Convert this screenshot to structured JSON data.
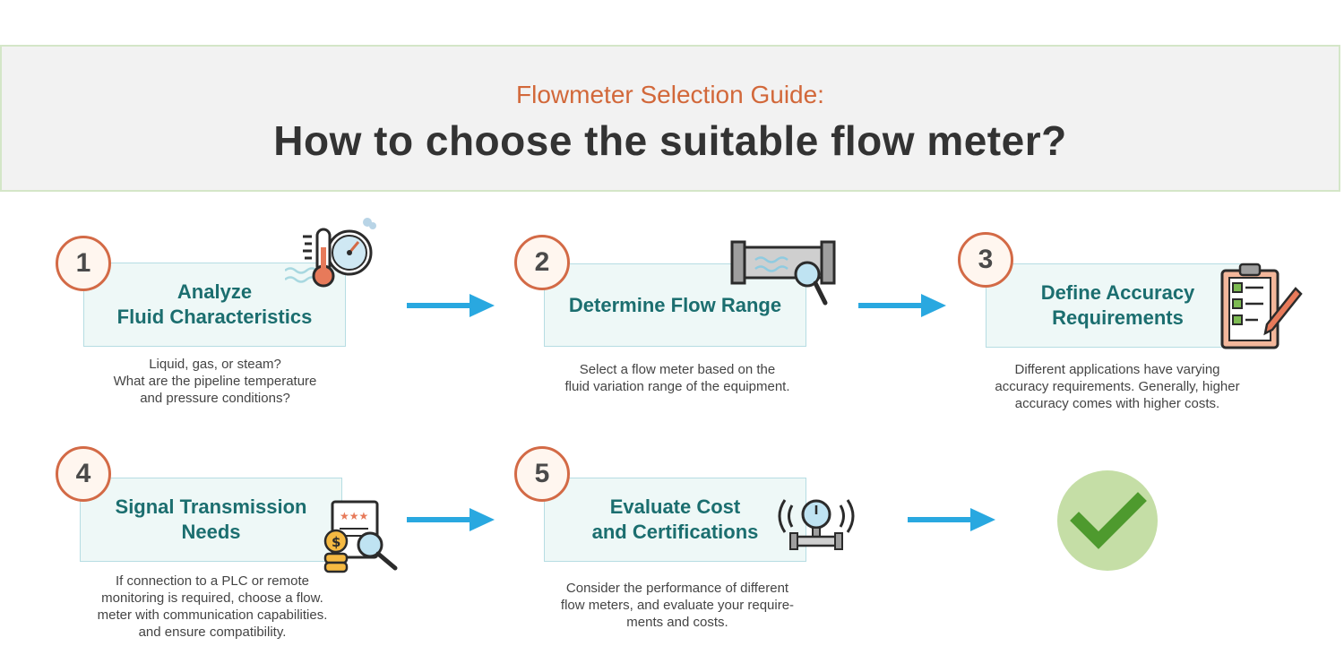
{
  "header": {
    "subtitle": "Flowmeter Selection Guide:",
    "title": "How to choose the suitable flow meter?"
  },
  "steps": [
    {
      "number": "1",
      "title": "Analyze\nFluid Characteristics",
      "description": "Liquid, gas, or steam?\nWhat are the pipeline temperature\nand pressure conditions?",
      "icon": "thermometer-gauge-icon"
    },
    {
      "number": "2",
      "title": "Determine Flow Range",
      "description": "Select a flow meter based on the\nfluid variation range of the equipment.",
      "icon": "pipe-magnifier-icon"
    },
    {
      "number": "3",
      "title": "Define Accuracy\nRequirements",
      "description": "Different applications have varying\naccuracy requirements. Generally, higher\naccuracy comes with higher costs.",
      "icon": "clipboard-checklist-icon"
    },
    {
      "number": "4",
      "title": "Signal Transmission\nNeeds",
      "description": "If connection to a PLC or remote\nmonitoring is required, choose a flow.\nmeter with communication capabilities.\nand ensure compatibility.",
      "icon": "document-coins-magnifier-icon"
    },
    {
      "number": "5",
      "title": "Evaluate Cost\nand Certifications",
      "description": "Consider the performance of different\nflow meters, and evaluate your require-\nments and costs.",
      "icon": "wireless-gauge-icon"
    }
  ],
  "final": {
    "icon": "checkmark-icon"
  },
  "colors": {
    "accent_orange": "#d36a46",
    "title_teal": "#1b6e6f",
    "arrow_blue": "#29a8e0",
    "check_green": "#4e9a2e",
    "check_circle": "#c5dea6"
  }
}
